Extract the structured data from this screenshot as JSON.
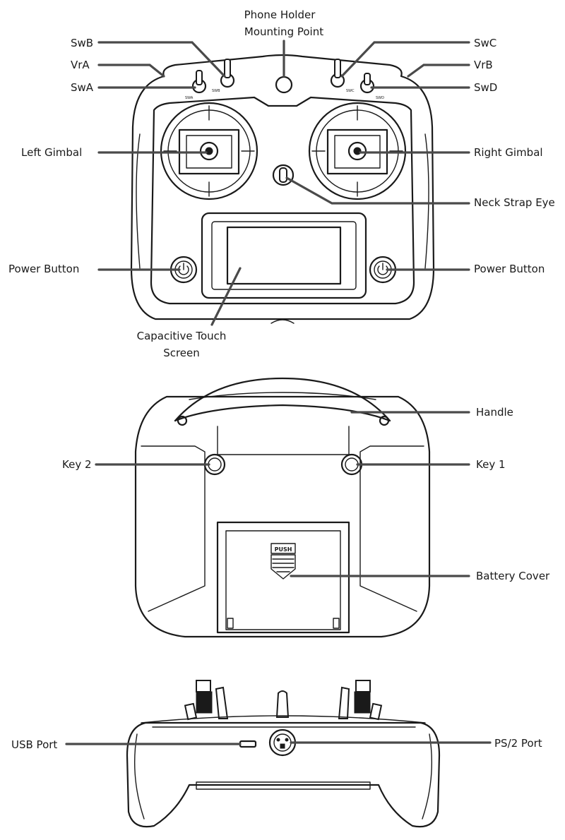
{
  "front_view": {
    "labels": {
      "phone_holder_line1": "Phone Holder",
      "phone_holder_line2": "Mounting Point",
      "swb": "SwB",
      "vra": "VrA",
      "swa": "SwA",
      "swc": "SwC",
      "vrb": "VrB",
      "swd": "SwD",
      "left_gimbal": "Left Gimbal",
      "right_gimbal": "Right Gimbal",
      "neck_strap_eye": "Neck Strap Eye",
      "power_button_left": "Power Button",
      "power_button_right": "Power Button",
      "touch_screen_line1": "Capacitive Touch",
      "touch_screen_line2": "Screen"
    }
  },
  "back_view": {
    "labels": {
      "handle": "Handle",
      "key2": "Key 2",
      "key1": "Key 1",
      "battery_cover": "Battery Cover",
      "push": "PUSH"
    }
  },
  "bottom_view": {
    "labels": {
      "usb_port": "USB Port",
      "ps2_port": "PS/2 Port"
    }
  }
}
